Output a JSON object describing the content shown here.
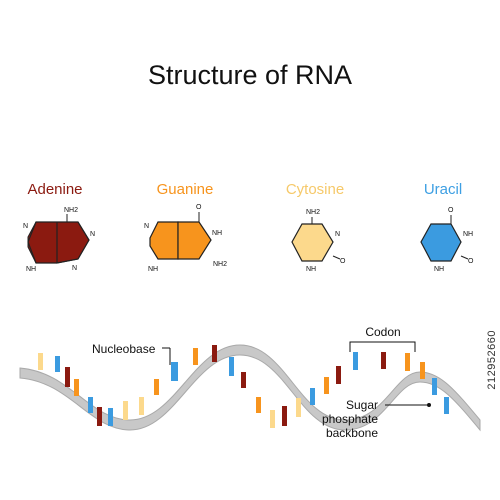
{
  "title": "Structure of RNA",
  "colors": {
    "adenine": "#8b1a10",
    "guanine": "#f7941d",
    "cytosine": "#fcd98c",
    "uracil": "#3b9be0",
    "cytosine_label": "#f6c96a",
    "uracil_label": "#3d9fe3",
    "backbone": "#c8c8c8",
    "backbone_dark": "#a9a9a9"
  },
  "bases": {
    "adenine": {
      "name": "Adenine",
      "nh2": "NH2",
      "n_labels": [
        "N",
        "N",
        "N"
      ],
      "nh": "NH"
    },
    "guanine": {
      "name": "Guanine",
      "o": "O",
      "nh_ring": "NH",
      "n": "N",
      "nh2": "NH2",
      "nh": "NH"
    },
    "cytosine": {
      "name": "Cytosine",
      "nh2": "NH2",
      "n": "N",
      "nh": "NH",
      "o": "O"
    },
    "uracil": {
      "name": "Uracil",
      "o_top": "O",
      "nh": "NH",
      "nh_bottom": "NH",
      "o": "O"
    }
  },
  "labels": {
    "nucleobase": "Nucleobase",
    "codon": "Codon",
    "backbone_line1": "Sugar",
    "backbone_line2": "phosphate",
    "backbone_line3": "backbone"
  },
  "stock_id": "212952660"
}
